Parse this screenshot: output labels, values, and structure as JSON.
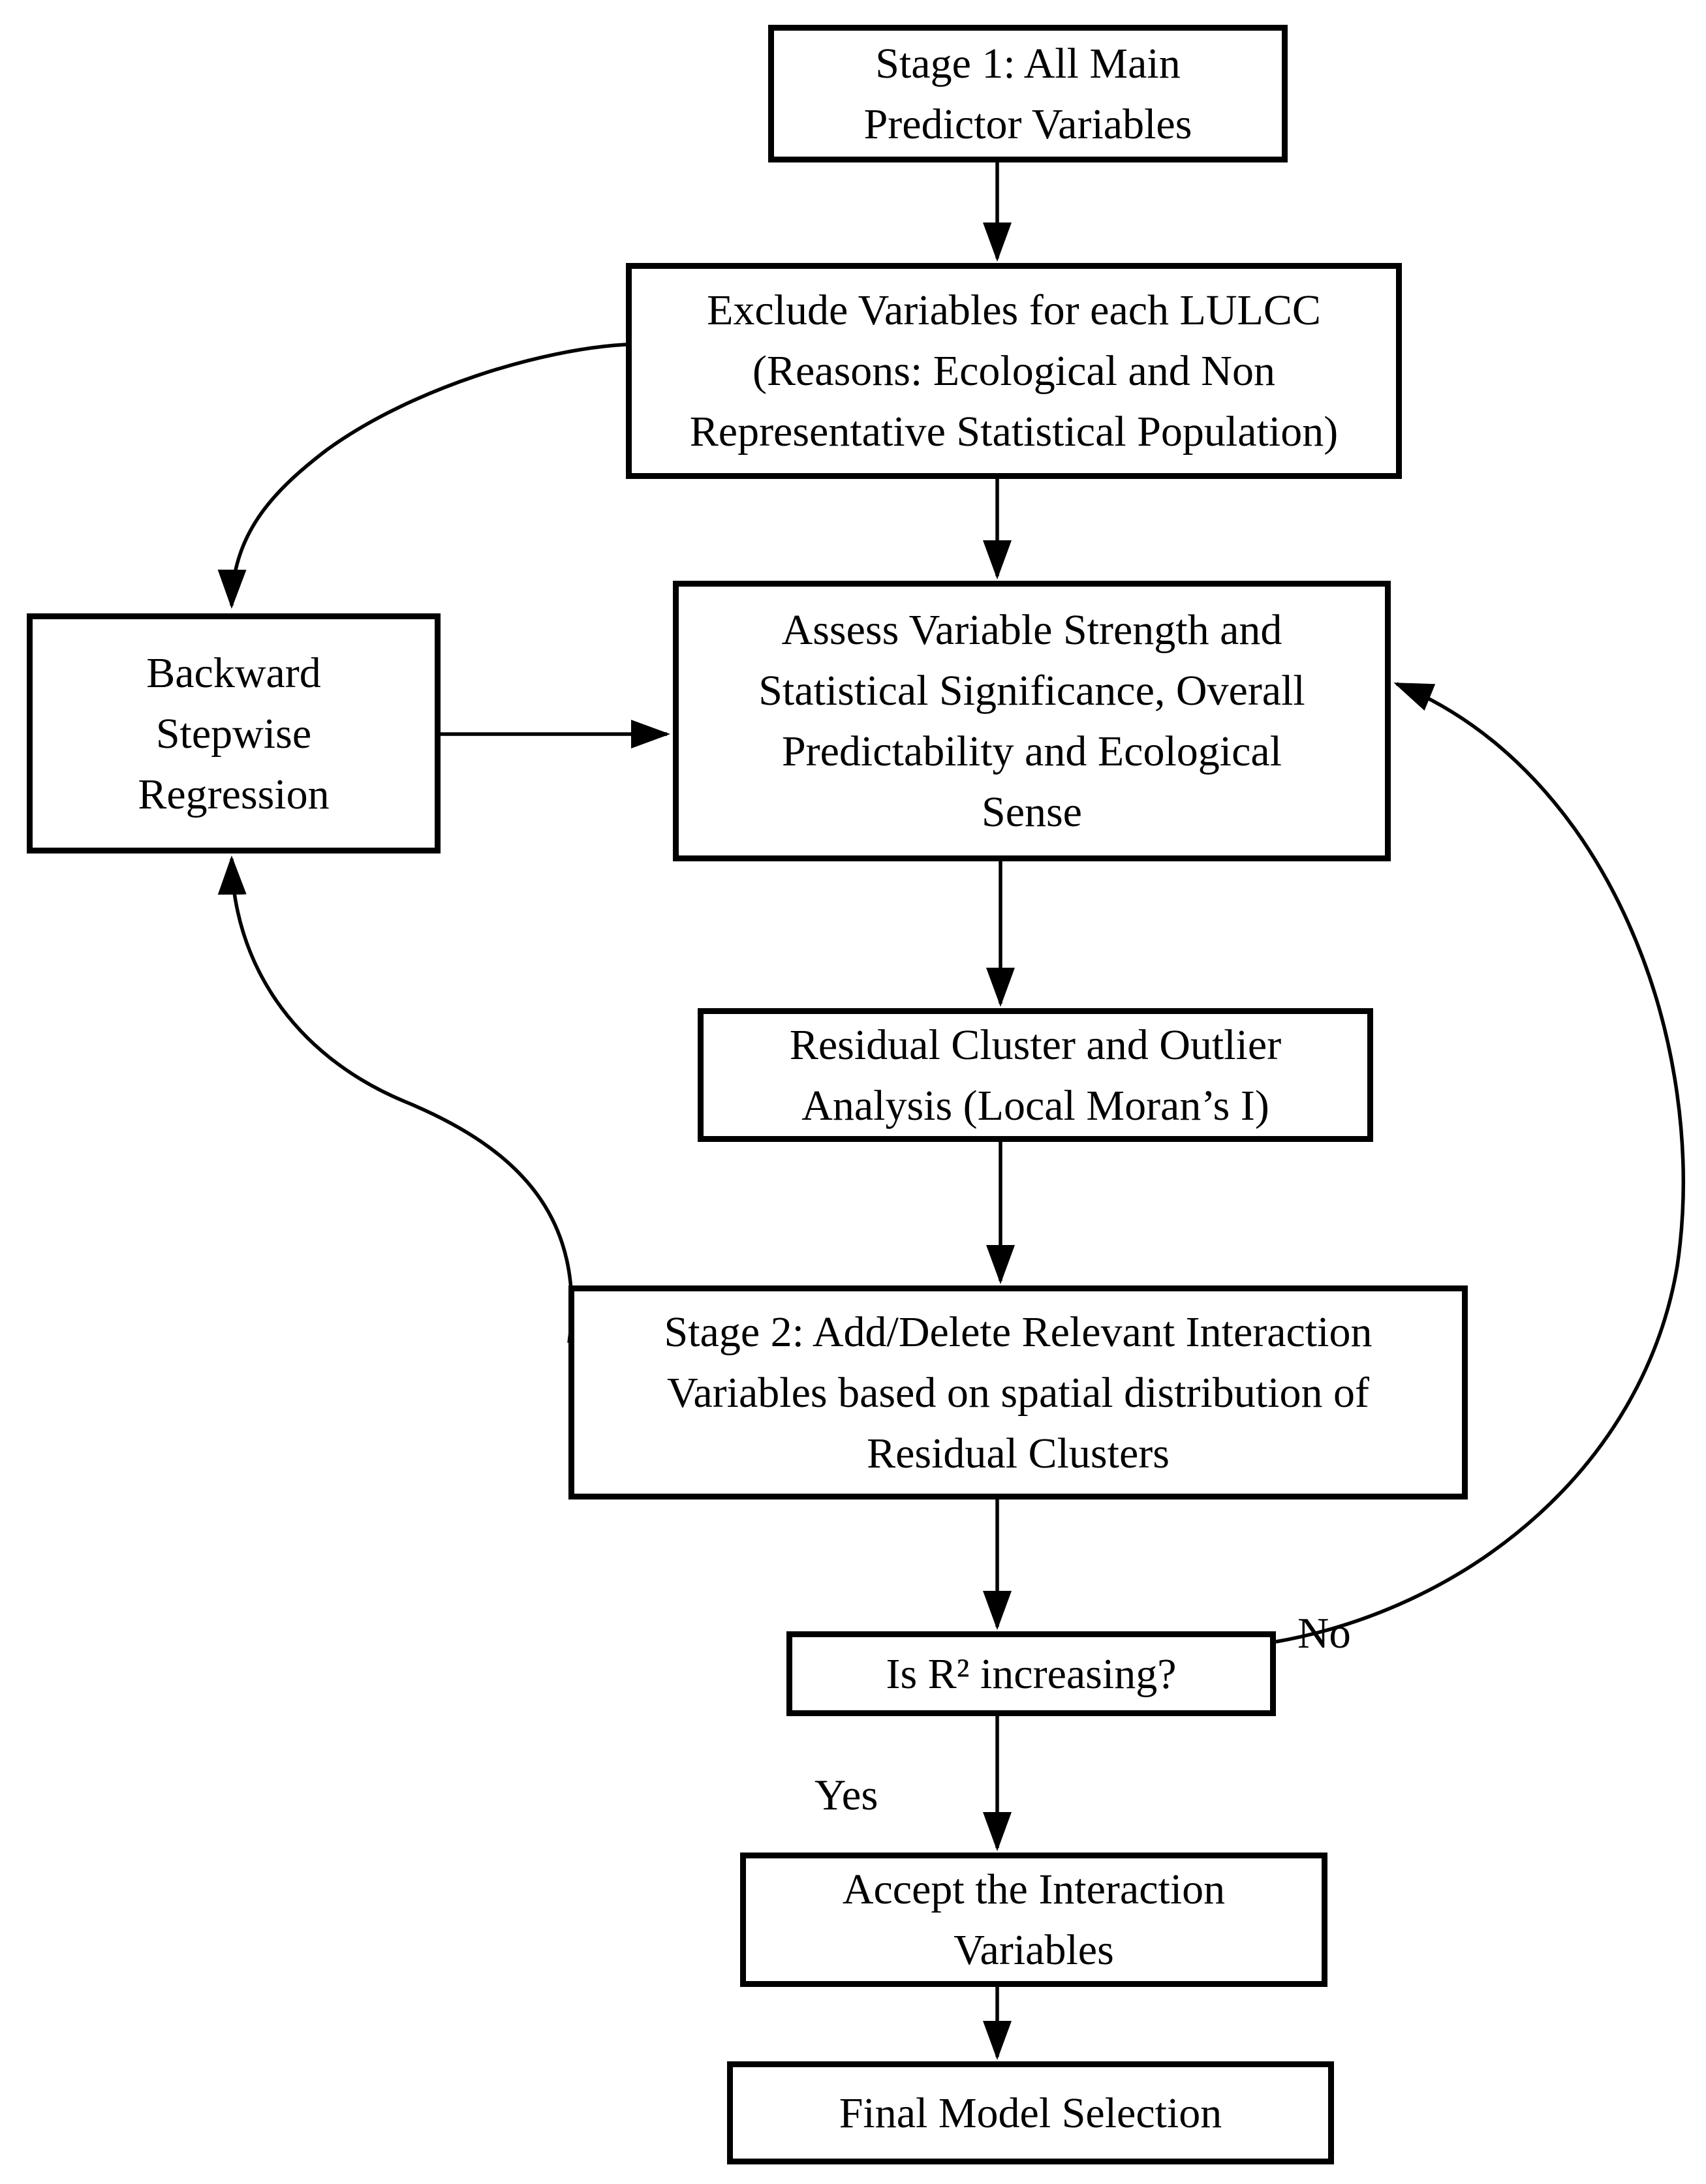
{
  "boxes": {
    "stage1": {
      "lines": [
        "Stage 1: All Main",
        "Predictor Variables"
      ]
    },
    "exclude": {
      "lines": [
        "Exclude Variables for each LULCC",
        "(Reasons: Ecological and Non",
        "Representative Statistical Population)"
      ]
    },
    "backward": {
      "lines": [
        "Backward",
        "Stepwise",
        "Regression"
      ]
    },
    "assess": {
      "lines": [
        "Assess Variable Strength and",
        "Statistical Significance, Overall",
        "Predictability and Ecological",
        "Sense"
      ]
    },
    "residual": {
      "lines": [
        "Residual Cluster and Outlier",
        "Analysis (Local Moran’s I)"
      ]
    },
    "stage2": {
      "lines": [
        "Stage 2: Add/Delete Relevant Interaction",
        "Variables based on spatial distribution of",
        "Residual Clusters"
      ]
    },
    "decision": {
      "lines": [
        "Is R² increasing?"
      ]
    },
    "accept": {
      "lines": [
        "Accept the Interaction",
        "Variables"
      ]
    },
    "final": {
      "lines": [
        "Final Model Selection"
      ]
    }
  },
  "edge_labels": {
    "yes": "Yes",
    "no": "No"
  },
  "edges": [
    {
      "from": "stage1",
      "to": "exclude",
      "label": ""
    },
    {
      "from": "exclude",
      "to": "assess",
      "label": ""
    },
    {
      "from": "exclude",
      "to": "backward",
      "label": ""
    },
    {
      "from": "backward",
      "to": "assess",
      "label": ""
    },
    {
      "from": "assess",
      "to": "residual",
      "label": ""
    },
    {
      "from": "residual",
      "to": "stage2",
      "label": ""
    },
    {
      "from": "stage2",
      "to": "decision",
      "label": ""
    },
    {
      "from": "stage2",
      "to": "backward",
      "label": ""
    },
    {
      "from": "decision",
      "to": "assess",
      "label": "No"
    },
    {
      "from": "decision",
      "to": "accept",
      "label": "Yes"
    },
    {
      "from": "accept",
      "to": "final",
      "label": ""
    }
  ],
  "colors": {
    "background": "#ffffff",
    "line": "#000000",
    "box_border": "#000000",
    "text": "#000000"
  }
}
